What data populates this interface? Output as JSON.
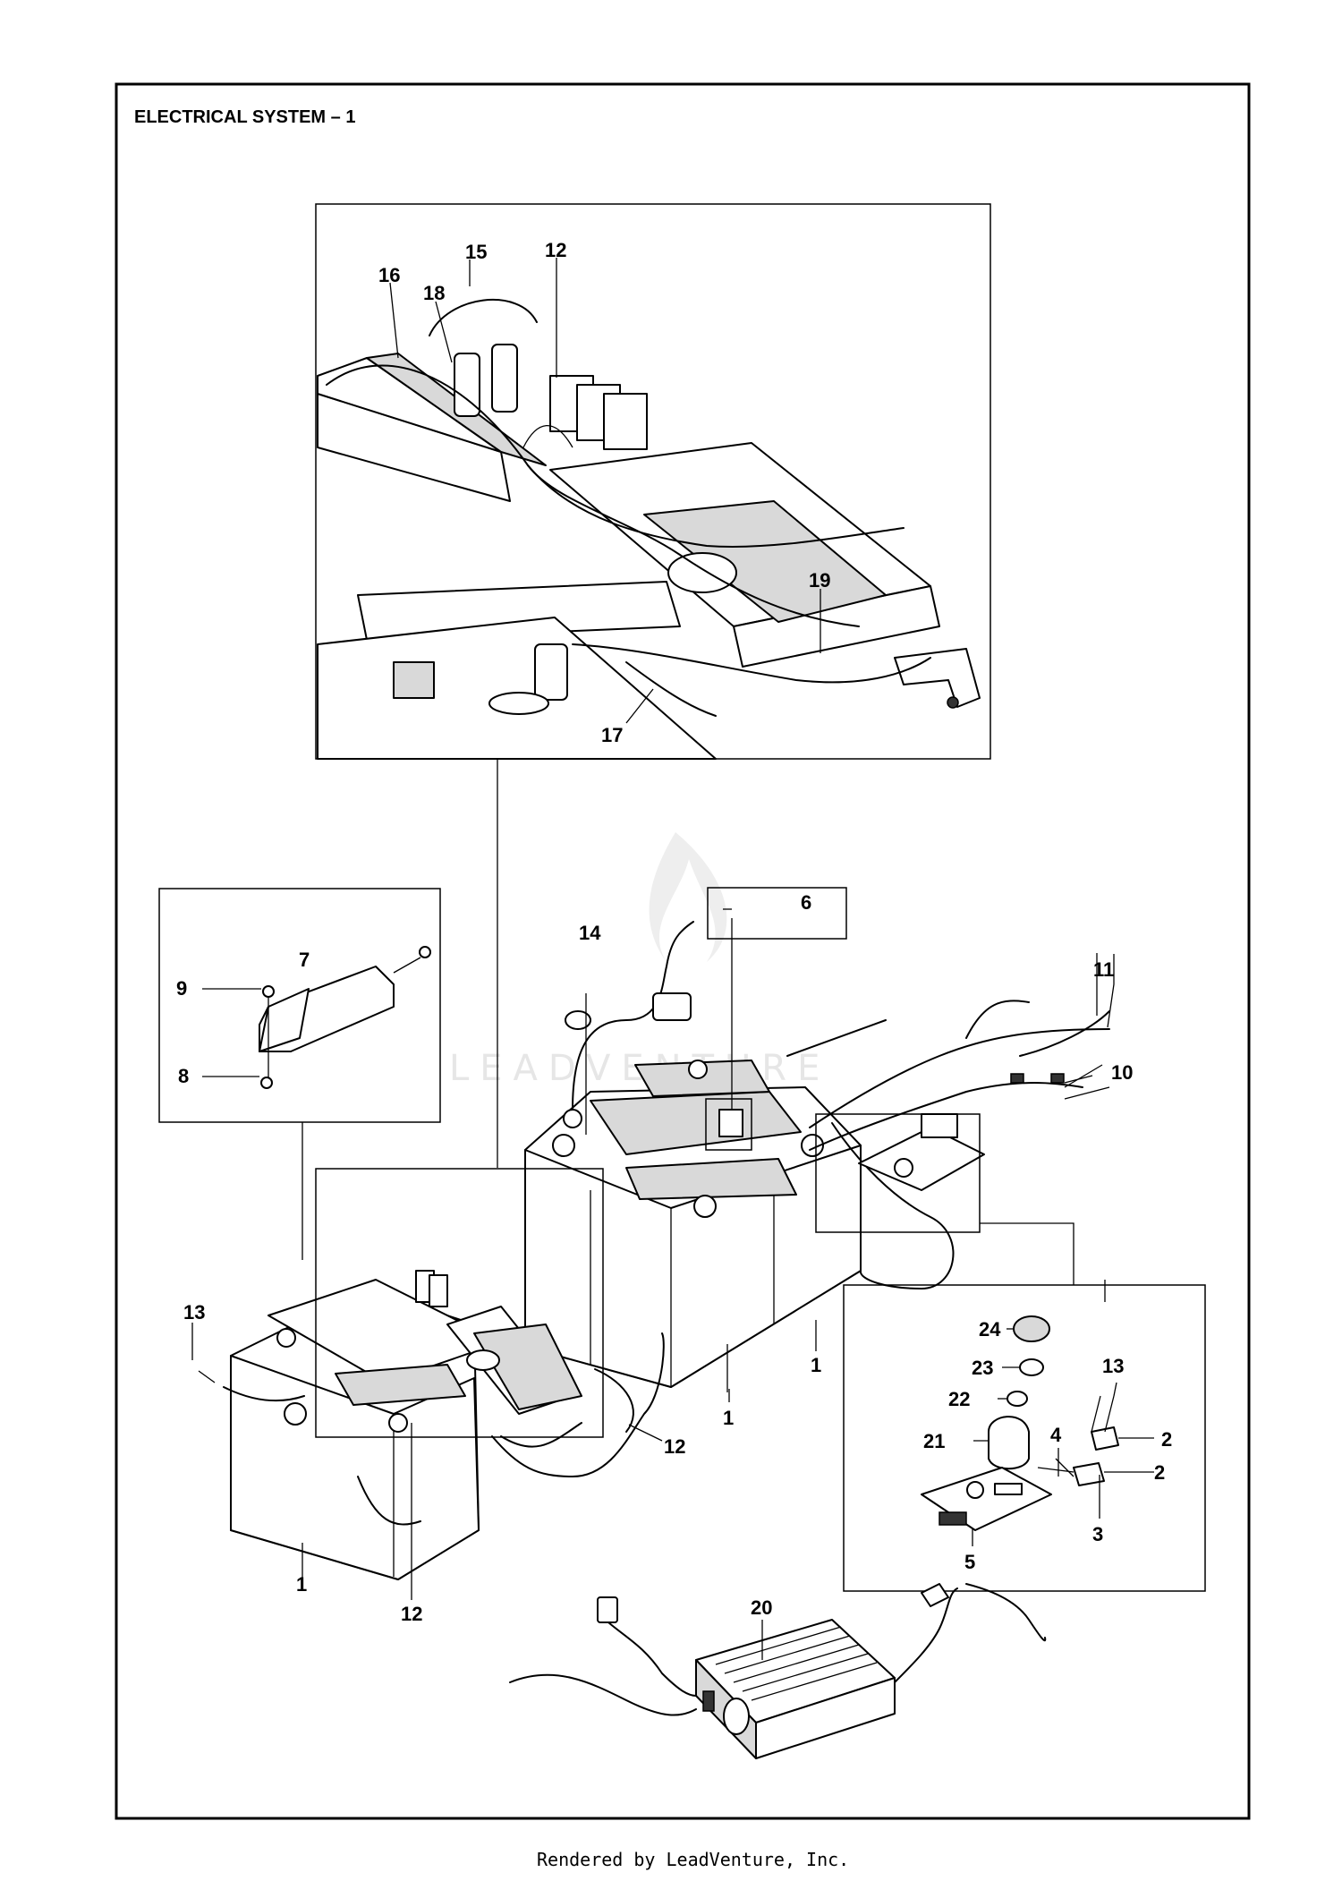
{
  "title": "ELECTRICAL SYSTEM – 1",
  "watermark": "LEADVENTURE",
  "footer": "Rendered by LeadVenture, Inc.",
  "callouts": {
    "c1a": "1",
    "c1b": "1",
    "c1c": "1",
    "c2a": "2",
    "c2b": "2",
    "c3": "3",
    "c4": "4",
    "c5": "5",
    "c6": "6",
    "c7": "7",
    "c8": "8",
    "c9": "9",
    "c10": "10",
    "c11": "11",
    "c12a": "12",
    "c12b": "12",
    "c12c": "12",
    "c13a": "13",
    "c13b": "13",
    "c14": "14",
    "c15": "15",
    "c16": "16",
    "c17": "17",
    "c18": "18",
    "c19": "19",
    "c20": "20",
    "c21": "21",
    "c22": "22",
    "c23": "23",
    "c24": "24"
  }
}
